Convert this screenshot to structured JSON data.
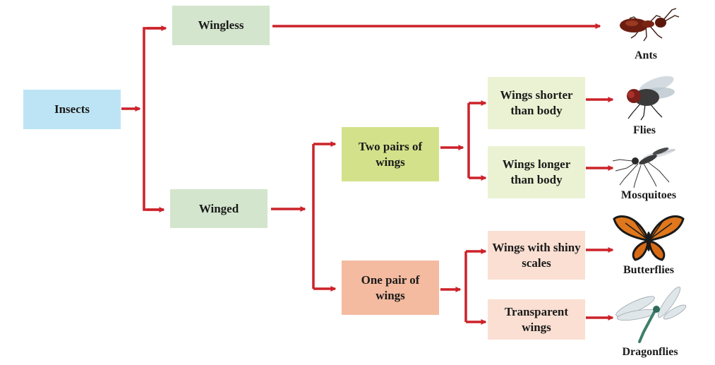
{
  "diagram": {
    "root": "Insects",
    "wingless": "Wingless",
    "winged": "Winged",
    "two_pairs": "Two pairs of wings",
    "one_pair": "One pair of wings",
    "shorter": "Wings shorter than body",
    "longer": "Wings longer than body",
    "scales": "Wings with shiny scales",
    "transparent": "Transparent wings"
  },
  "animals": {
    "ants": "Ants",
    "flies": "Flies",
    "mosquitoes": "Mosquitoes",
    "butterflies": "Butterflies",
    "dragonflies": "Dragonflies"
  },
  "colors": {
    "arrow": "#cc2229",
    "blue": "#bde4f4",
    "green": "#d3e5cc",
    "lime": "#d3e28a",
    "pale_green": "#ebf2d3",
    "salmon": "#f4bba0",
    "blush": "#fadfd2"
  }
}
